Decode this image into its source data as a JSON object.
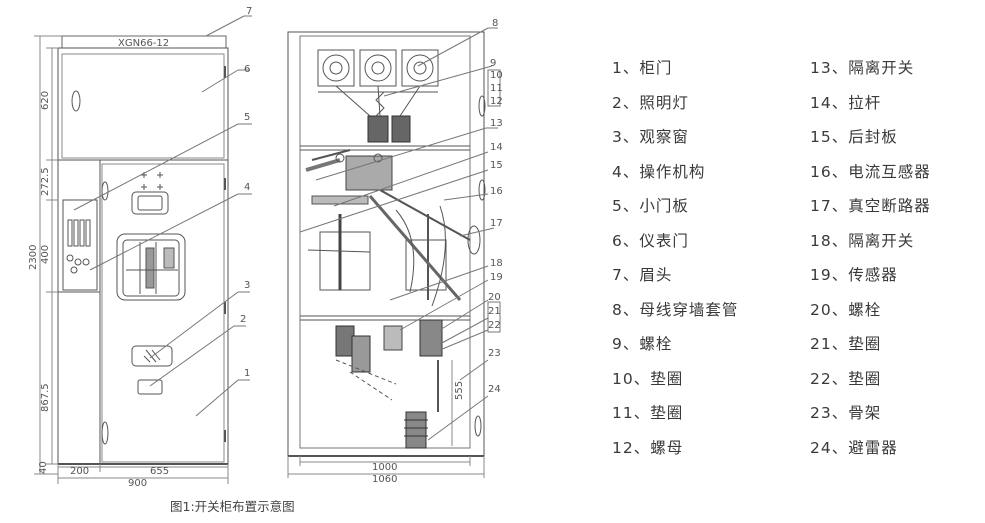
{
  "model_label": "XGN66-12",
  "dims": {
    "d620": "620",
    "d2725": "272.5",
    "d2300": "2300",
    "d400": "400",
    "d8675": "867.5",
    "d40": "40",
    "d200": "200",
    "d655": "655",
    "d900": "900",
    "d1000": "1000",
    "d1060": "1060",
    "d555": "555"
  },
  "callouts": [
    "1",
    "2",
    "3",
    "4",
    "5",
    "6",
    "7",
    "8",
    "9",
    "10",
    "11",
    "12",
    "13",
    "14",
    "15",
    "16",
    "17",
    "18",
    "19",
    "20",
    "21",
    "22",
    "23",
    "24"
  ],
  "legend": {
    "left": [
      "1、柜门",
      "2、照明灯",
      "3、观察窗",
      "4、操作机构",
      "5、小门板",
      "6、仪表门",
      "7、眉头",
      "8、母线穿墙套管",
      "9、螺栓",
      "10、垫圈",
      "11、垫圈",
      "12、螺母"
    ],
    "right": [
      "13、隔离开关",
      "14、拉杆",
      "15、后封板",
      "16、电流互感器",
      "17、真空断路器",
      "18、隔离开关",
      "19、传感器",
      "20、螺栓",
      "21、垫圈",
      "22、垫圈",
      "23、骨架",
      "24、避雷器"
    ]
  },
  "caption": "图1:开关柜布置示意图"
}
